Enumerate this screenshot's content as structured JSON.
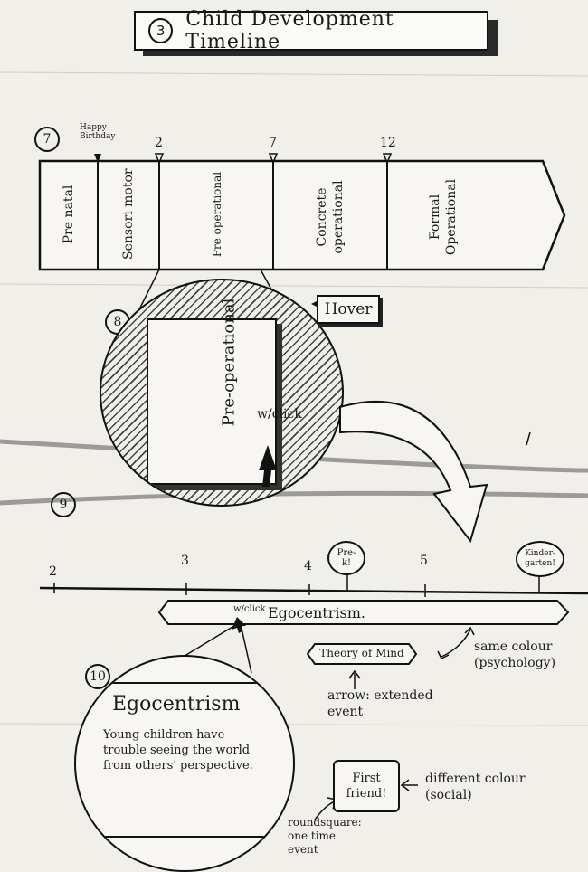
{
  "title": {
    "number": "3",
    "text": "Child Development Timeline"
  },
  "steps": {
    "s7": "7",
    "s8": "8",
    "s9": "9",
    "s10": "10"
  },
  "timeline": {
    "stages": [
      {
        "label": "Pre natal"
      },
      {
        "label": "Sensori motor"
      },
      {
        "label": "Pre operational"
      },
      {
        "label": "Concrete\noperational"
      },
      {
        "label": "Formal\nOperational"
      }
    ],
    "birthday_marker": "Happy\nBirthday",
    "ticks": [
      "2",
      "7",
      "12"
    ]
  },
  "zoom": {
    "hover_label": "Hover",
    "stage_label": "Pre-operational",
    "click_label": "w/click"
  },
  "ruler": {
    "ticks": [
      "2",
      "3",
      "4",
      "5"
    ],
    "prek": "Pre-\nk!",
    "kindergarten": "Kinder-\ngarten!"
  },
  "ego_bar": {
    "label": "Egocentrism.",
    "click_label": "w/click"
  },
  "tom": {
    "label": "Theory of Mind"
  },
  "notes": {
    "arrow_extended": "arrow: extended\nevent",
    "same_colour": "same colour\n(psychology)",
    "different_colour": "different colour\n(social)",
    "roundsquare": "roundsquare:\none time\nevent"
  },
  "detail": {
    "title": "Egocentrism",
    "body": "Young children have trouble seeing the world from others' perspective."
  },
  "friend": {
    "label": "First\nfriend!"
  },
  "colors": {
    "ink": "#111111",
    "paper": "#f1efea"
  }
}
